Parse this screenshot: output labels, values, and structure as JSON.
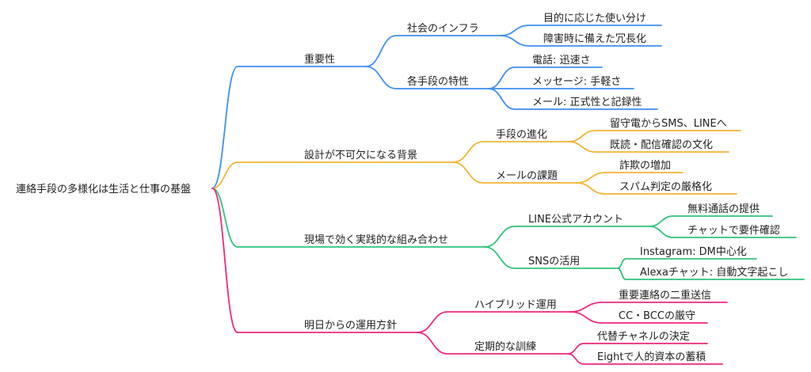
{
  "mindmap": {
    "root": {
      "label": "連絡手段の多様化は生活と仕事の基盤"
    },
    "branches": [
      {
        "label": "重要性",
        "color": "#3d8ff0",
        "children": [
          {
            "label": "社会のインフラ",
            "children": [
              {
                "label": "目的に応じた使い分け"
              },
              {
                "label": "障害時に備えた冗長化"
              }
            ]
          },
          {
            "label": "各手段の特性",
            "children": [
              {
                "label": "電話: 迅速さ"
              },
              {
                "label": "メッセージ: 手軽さ"
              },
              {
                "label": "メール: 正式性と記録性"
              }
            ]
          }
        ]
      },
      {
        "label": "設計が不可欠になる背景",
        "color": "#f3b431",
        "children": [
          {
            "label": "手段の進化",
            "children": [
              {
                "label": "留守電からSMS、LINEへ"
              },
              {
                "label": "既読・配信確認の文化"
              }
            ]
          },
          {
            "label": "メールの課題",
            "children": [
              {
                "label": "詐欺の増加"
              },
              {
                "label": "スパム判定の厳格化"
              }
            ]
          }
        ]
      },
      {
        "label": "現場で効く実践的な組み合わせ",
        "color": "#2ec47a",
        "children": [
          {
            "label": "LINE公式アカウント",
            "children": [
              {
                "label": "無料通話の提供"
              },
              {
                "label": "チャットで要件確認"
              }
            ]
          },
          {
            "label": "SNSの活用",
            "children": [
              {
                "label": "Instagram: DM中心化"
              },
              {
                "label": "Alexaチャット: 自動文字起こし"
              }
            ]
          }
        ]
      },
      {
        "label": "明日からの運用方針",
        "color": "#f0287f",
        "children": [
          {
            "label": "ハイブリッド運用",
            "children": [
              {
                "label": "重要連絡の二重送信"
              },
              {
                "label": "CC・BCCの厳守"
              }
            ]
          },
          {
            "label": "定期的な訓練",
            "children": [
              {
                "label": "代替チャネルの決定"
              },
              {
                "label": "Eightで人的資本の蓄積"
              }
            ]
          }
        ]
      }
    ]
  }
}
